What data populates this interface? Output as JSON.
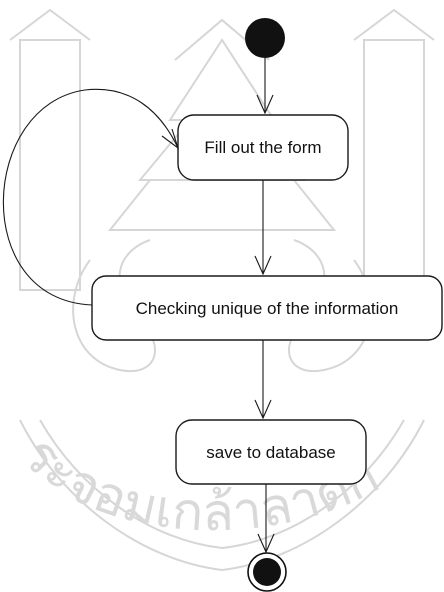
{
  "diagram": {
    "type": "activity-diagram",
    "nodes": [
      {
        "id": "start",
        "kind": "initial-node"
      },
      {
        "id": "fill_form",
        "kind": "action",
        "label": "Fill out the form"
      },
      {
        "id": "check_unique",
        "kind": "action",
        "label": "Checking unique of the information"
      },
      {
        "id": "save_db",
        "kind": "action",
        "label": "save to database"
      },
      {
        "id": "end",
        "kind": "final-node"
      }
    ],
    "edges": [
      {
        "from": "start",
        "to": "fill_form"
      },
      {
        "from": "fill_form",
        "to": "check_unique"
      },
      {
        "from": "check_unique",
        "to": "fill_form",
        "kind": "loop-back"
      },
      {
        "from": "check_unique",
        "to": "save_db"
      },
      {
        "from": "save_db",
        "to": "end"
      }
    ]
  },
  "watermark": {
    "text": "ระจอมเกล้าลาดก",
    "color": "#d6d6d6"
  },
  "colors": {
    "ink": "#1a1a1a",
    "background": "#ffffff"
  }
}
